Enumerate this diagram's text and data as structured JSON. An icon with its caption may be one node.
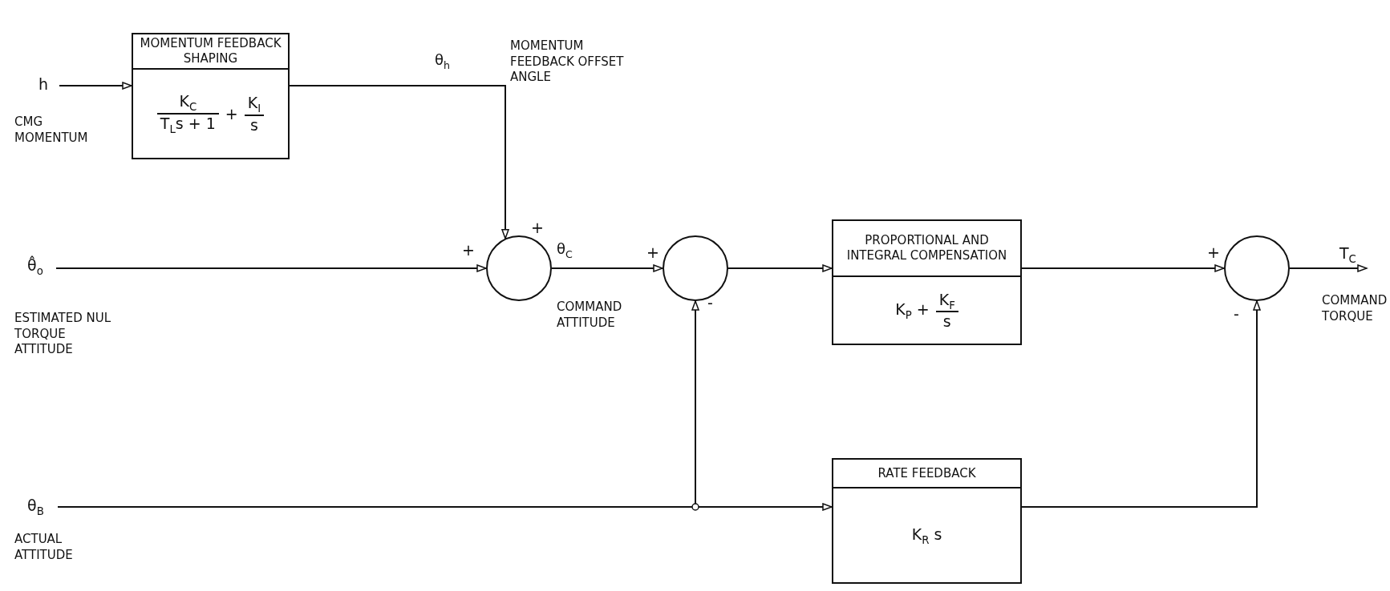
{
  "diagram": {
    "nodes": [
      {
        "text": [
          "h"
        ],
        "beside": [
          "CMG MOMENTUM"
        ]
      },
      {
        "text": [
          "MOMENTUM FEEDBACK SHAPING",
          "K$_{C}$",
          "T$_{L}$s + 1",
          "+",
          "K$_{I}$",
          "s"
        ]
      },
      {
        "text": [
          "θ̂$_{o}$"
        ],
        "beside": [
          "ESTIMATED NUL TORQUE ATTITUDE"
        ]
      },
      {
        "text": [
          "θ$_{B}$"
        ],
        "beside": [
          "ACTUAL ATTITUDE"
        ]
      },
      {
        "text": [],
        "shape": "circle"
      },
      {
        "text": [],
        "shape": "circle"
      },
      {
        "text": [
          "PROPORTIONAL AND INTEGRAL COMPENSATION",
          "K$_{P}$ +",
          "K$_{F}$",
          "s"
        ]
      },
      {
        "text": [],
        "shape": "circle"
      },
      {
        "text": [
          "RATE FEEDBACK",
          "K$_{R}$ s"
        ]
      },
      {
        "text": [
          "T$_{C}$"
        ],
        "beside": [
          "COMMAND TORQUE"
        ]
      }
    ],
    "edges": [
      {
        "from": 0,
        "to": 1,
        "arrow": "to"
      },
      {
        "from": 1,
        "to": 4,
        "arrow": "to",
        "label": "θ$_{h}$"
      },
      {
        "from": 2,
        "to": 4,
        "arrow": "to"
      },
      {
        "from": 4,
        "to": 5,
        "arrow": "to",
        "label": "θ$_{C}$"
      },
      {
        "from": 3,
        "to": 5,
        "arrow": "to"
      },
      {
        "from": 3,
        "to": 8,
        "arrow": "to"
      },
      {
        "from": 5,
        "to": 6,
        "arrow": "to"
      },
      {
        "from": 6,
        "to": 7,
        "arrow": "to"
      },
      {
        "from": 8,
        "to": 7,
        "arrow": "to"
      },
      {
        "from": 7,
        "to": 9,
        "arrow": "to"
      }
    ],
    "labels": [
      "MOMENTUM FEEDBACK OFFSET ANGLE",
      "+",
      "+",
      "COMMAND ATTITUDE",
      "+",
      "-",
      "+",
      "-"
    ]
  }
}
